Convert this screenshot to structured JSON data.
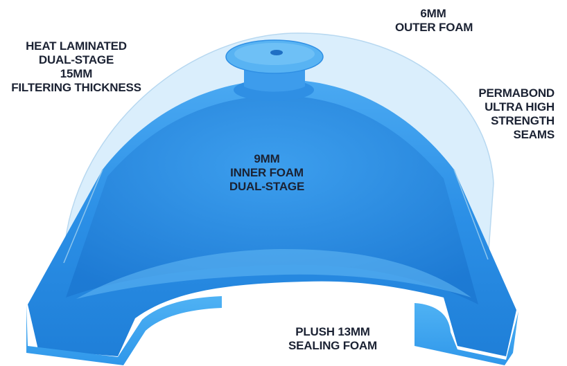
{
  "colors": {
    "outer_foam": "#d6ecfb",
    "inner_foam": "#2a8ee6",
    "seal_foam": "#3aa4f0",
    "text": "#1b2233"
  },
  "labels": {
    "heat_laminated": [
      "HEAT LAMINATED",
      "DUAL-STAGE",
      "15MM",
      "FILTERING THICKNESS"
    ],
    "outer_foam": [
      "6MM",
      "OUTER FOAM"
    ],
    "permabond": [
      "PERMABOND",
      "ULTRA HIGH",
      "STRENGTH",
      "SEAMS"
    ],
    "inner_foam": [
      "9MM",
      "INNER FOAM",
      "DUAL-STAGE"
    ],
    "sealing_foam": [
      "PLUSH 13MM",
      "SEALING FOAM"
    ]
  }
}
